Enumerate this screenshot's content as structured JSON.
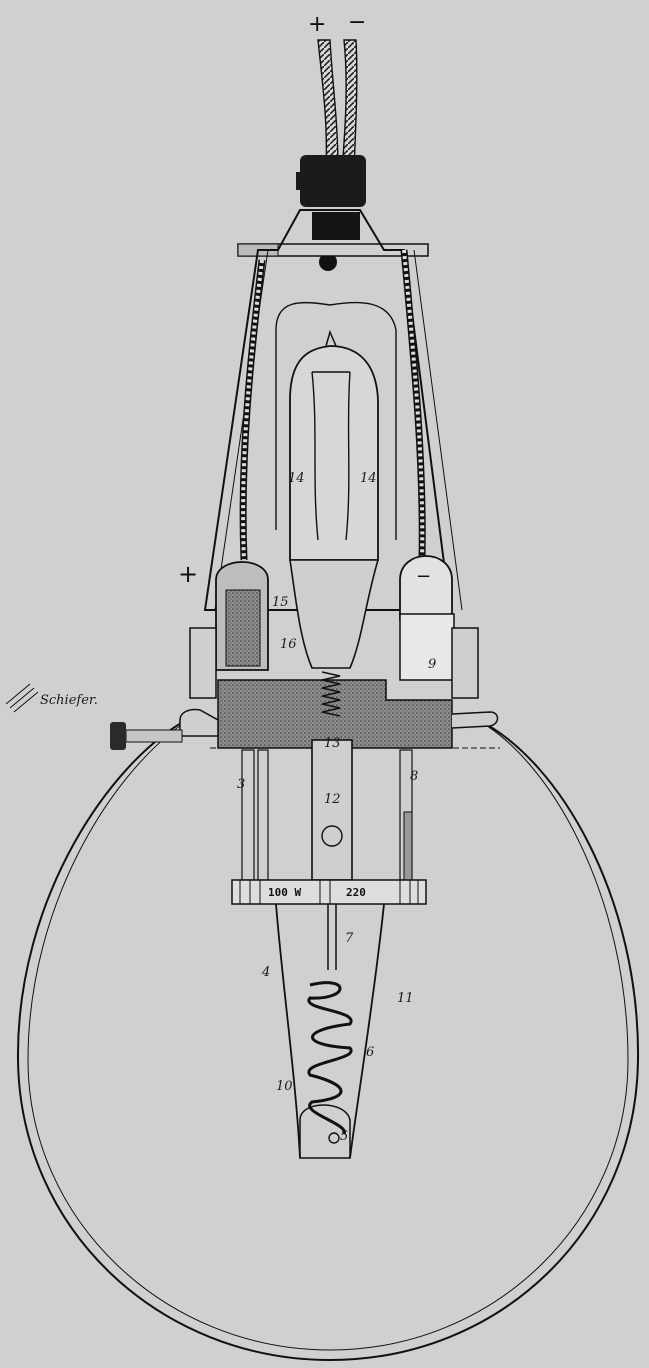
{
  "wire_signs": {
    "plus": "+",
    "minus": "−"
  },
  "side_signs": {
    "plus": "+",
    "minus": "−"
  },
  "material_label": "Schiefer.",
  "ring_markings": {
    "watt": "100 W",
    "volt": "220"
  },
  "part_numbers": {
    "n3": "3",
    "n4": "4",
    "n5": "5",
    "n6": "6",
    "n7": "7",
    "n8": "8",
    "n9": "9",
    "n10": "10",
    "n11": "11",
    "n12": "12",
    "n13": "13",
    "n14a": "14",
    "n14b": "14",
    "n15": "15",
    "n16": "16"
  },
  "colors": {
    "paper": "#cfd0cf",
    "ink": "#111111",
    "slate": "#6f716f"
  }
}
